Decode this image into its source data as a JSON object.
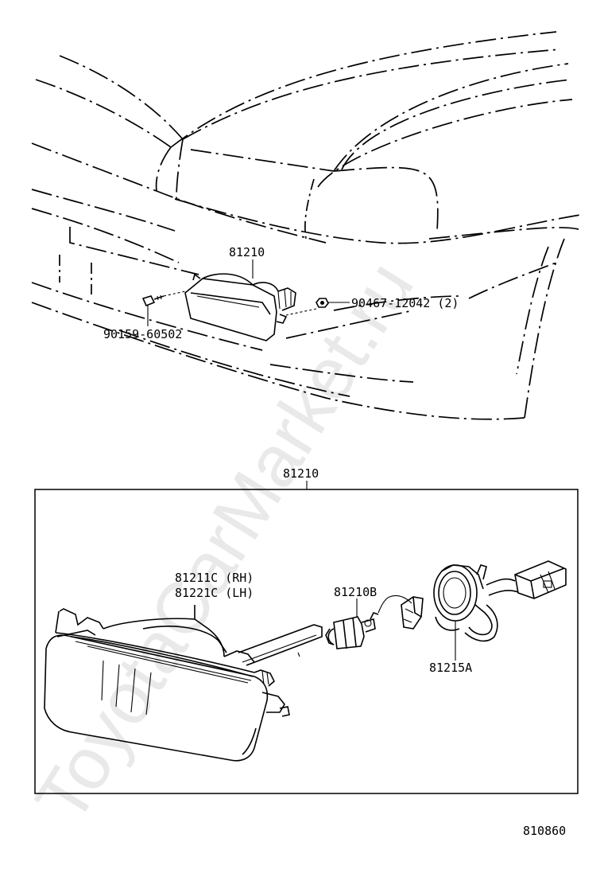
{
  "watermark": "ToyotaCarMarket.ru",
  "diagram_id": "810860",
  "top_view": {
    "assembly_label": "81210",
    "bolt_left_label": "90159-60502",
    "nut_right_label": "90467-12042 (2)"
  },
  "detail_box": {
    "assembly_label": "81210",
    "lens_label_rh": "81211C (RH)",
    "lens_label_lh": "81221C (LH)",
    "bulb_label": "81210B",
    "socket_label": "81215A"
  }
}
